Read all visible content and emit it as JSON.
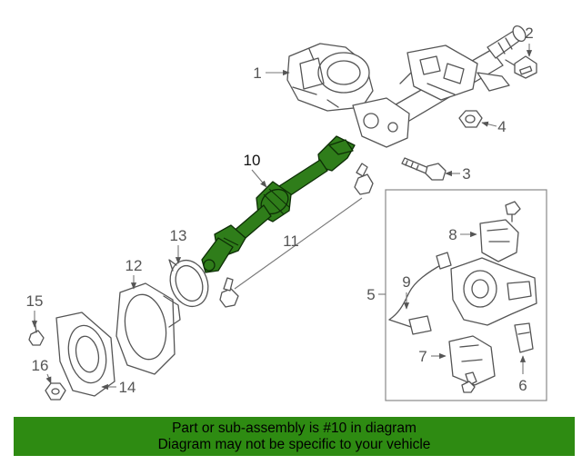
{
  "callouts": {
    "c1": "1",
    "c2": "2",
    "c3": "3",
    "c4": "4",
    "c5": "5",
    "c6": "6",
    "c7": "7",
    "c8": "8",
    "c9": "9",
    "c10": "10",
    "c11": "11",
    "c12": "12",
    "c13": "13",
    "c14": "14",
    "c15": "15",
    "c16": "16"
  },
  "highlighted_part": "10",
  "colors": {
    "highlight": "#2f7d1a",
    "banner": "#2e8b12",
    "line_art": "#555555"
  },
  "banner": {
    "line1": "Part or sub-assembly is #10 in diagram",
    "line2": "Diagram may not be specific to your vehicle"
  }
}
